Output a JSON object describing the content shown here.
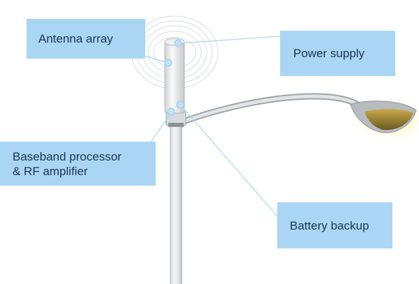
{
  "labels": {
    "antenna": "Antenna array",
    "power": "Power supply",
    "baseband": "Baseband processor\n& RF amplifier",
    "baseband_line1": "Baseband processor",
    "baseband_line2": "& RF amplifier",
    "battery": "Battery backup"
  },
  "colors": {
    "label_bg": "#aad6f4",
    "label_text": "#1a3652",
    "leader_line": "#a8d8f0",
    "pole": "#e6e8e9",
    "lamp_glow": "#d9c04a",
    "marker_dot": "#bfe3f8"
  }
}
